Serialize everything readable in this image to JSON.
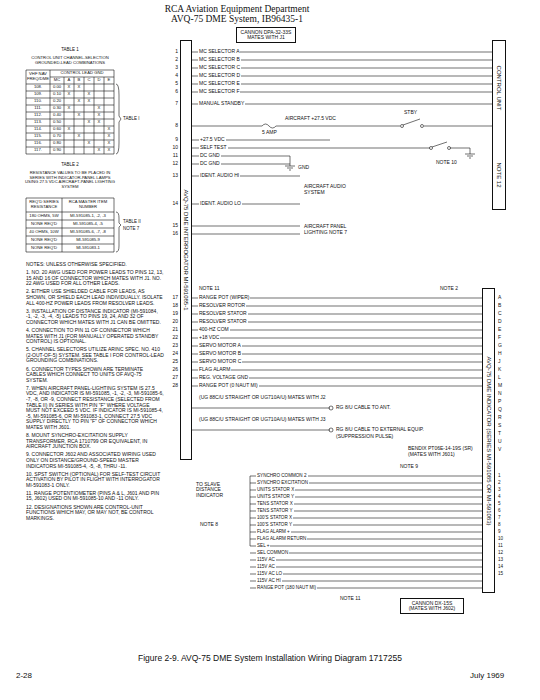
{
  "diagram": {
    "caption": "Figure 2-9. AVQ-75 DME System Installation Wiring Diagram 1717255",
    "nodes": [
      {
        "text": [
          "AVQ-75 DME INTERROGATOR MI-591085-1"
        ]
      },
      {
        "text": [
          "CANNON DPA-32-33S MATES WITH J1"
        ]
      },
      {
        "text": [
          "CONTROL UNIT",
          "NOTE 12"
        ]
      },
      {
        "text": [
          "AVQ-75 DME INDICATOR (SERIES MI-591085 OR MI-591083)"
        ]
      },
      {
        "text": [
          "CANNON DX-15S (MATES WITH J602)"
        ]
      }
    ],
    "edges": [
      {
        "from": 0,
        "to": 2,
        "arrow": "none",
        "label": "MC SELECTOR A"
      },
      {
        "from": 0,
        "to": 2,
        "arrow": "none",
        "label": "MC SELECTOR B"
      },
      {
        "from": 0,
        "to": 2,
        "arrow": "none",
        "label": "MC SELECTOR C"
      },
      {
        "from": 0,
        "to": 2,
        "arrow": "none",
        "label": "MC SELECTOR D"
      },
      {
        "from": 0,
        "to": 2,
        "arrow": "none",
        "label": "MC SELECTOR E"
      },
      {
        "from": 0,
        "to": 2,
        "arrow": "none",
        "label": "MC SELECTOR F"
      },
      {
        "from": 0,
        "to": 2,
        "arrow": "none",
        "label": "MANUAL STANDBY"
      },
      {
        "from": 0,
        "to": 3,
        "arrow": "none",
        "label": "RANGE POT (WIPER)"
      },
      {
        "from": 0,
        "to": 3,
        "arrow": "none",
        "label": "RESOLVER ROTOR"
      },
      {
        "from": 0,
        "to": 3,
        "arrow": "none",
        "label": "RESOLVER STATOR"
      },
      {
        "from": 0,
        "to": 3,
        "arrow": "none",
        "label": "RESOLVER STATOR"
      },
      {
        "from": 0,
        "to": 3,
        "arrow": "none",
        "label": "400-HZ COM"
      },
      {
        "from": 0,
        "to": 3,
        "arrow": "none",
        "label": "+18 VDC"
      },
      {
        "from": 0,
        "to": 3,
        "arrow": "none",
        "label": "SERVO MOTOR A"
      },
      {
        "from": 0,
        "to": 3,
        "arrow": "none",
        "label": "SERVO MOTOR B"
      },
      {
        "from": 0,
        "to": 3,
        "arrow": "none",
        "label": "SERVO MOTOR C"
      },
      {
        "from": 0,
        "to": 3,
        "arrow": "none",
        "label": "FLAG ALARM"
      },
      {
        "from": 0,
        "to": 3,
        "arrow": "none",
        "label": "REG. VOLTAGE GND"
      },
      {
        "from": 0,
        "to": 3,
        "arrow": "none",
        "label": "RANGE POT (0 NAUT MI)"
      }
    ],
    "labels": [
      "RCA Aviation Equipment Department",
      "AVQ-75 DME System, IB96435-1",
      "TABLE 1",
      "CONTROL UNIT CHANNEL-SELECTION GROUNDED-LEAD COMBINATIONS",
      "VHF NAV FREQ/DME",
      "CONTROL LEAD GND",
      "MC",
      "A",
      "B",
      "C",
      "D",
      "E",
      "108.",
      "X",
      "X",
      "0.00",
      "109.",
      "X",
      "X",
      "0.10",
      "110.",
      "X",
      "X",
      "0.20",
      "111.",
      "X",
      "X",
      "0.30",
      "112.",
      "X",
      "X",
      "0.40",
      "113.",
      "X",
      "X",
      "0.50",
      "114.",
      "X",
      "X",
      "0.60",
      "115.",
      "X",
      "X",
      "0.70",
      "116.",
      "X",
      "X",
      "0.80",
      "117.",
      "X",
      "X",
      "0.90",
      "TABLE I",
      "TABLE 2",
      "RESISTANCE VALUES TO BE PLACED IN SERIES WITH INDICATOR-PANEL LAMPS USING 27.5 VDC AIRCRAFT-PANEL LIGHTING SYSTEM",
      "REQ'D SERIES RESISTANCE",
      "RCA MASTER ITEM NUMBER",
      "180 OHMS, 5W",
      "MI-591085-1, -2, -3",
      "NONE REQ'D",
      "MI-591085-4, -5",
      "40 OHMS, 10W",
      "MI-591085-6, -7, -8",
      "NONE REQ'D",
      "MI-591085-9",
      "NONE REQ'D",
      "MI-591083-1",
      "TABLE II",
      "NOTE 7",
      "NOTES: UNLESS OTHERWISE SPECIFIED.",
      "1. NO. 20 AWG USED FOR POWER LEADS TO PINS 12, 13, 15 AND 16 OF CONNECTOR WHICH MATES WITH J1. NO. 22 AWG USED FOR ALL OTHER LEADS.",
      "2. EITHER USE SHIELDED CABLE FOR LEADS, AS SHOWN, OR SHIELD EACH LEAD INDIVIDUALLY. ISOLATE ALL 400-HZ POWER LEADS FROM RESOLVER LEADS.",
      "3. INSTALLATION OF DISTANCE INDICATOR (MI-591084, -1, -2, -3, -4, -5) LEADS TO PINS 19, 24, AND 32 OF CONNECTOR WHICH MATES WITH J1 CAN BE OMITTED.",
      "4. CONNECTION TO PIN 11 OF CONNECTOR WHICH MATES WITH J1 (FOR MANUALLY OPERATED STANDBY CONTROL) IS OPTIONAL.",
      "5. CHANNEL SELECTORS UTILIZE ARINC SPEC. NO. 410 (2-OUT-OF-5) SYSTEM. SEE TABLE I FOR CONTROL-LEAD GROUNDING COMBINATIONS.",
      "6. CONNECTOR TYPES SHOWN ARE TERMINATE CABLES WHICH CONNECT TO UNITS OF AVQ-75 SYSTEM.",
      "7. WHEN AIRCRAFT PANEL-LIGHTING SYSTEM IS 27.5 VDC, AND INDICATOR IS MI-591085, -1, -2, -3, MI-591085-6, -7, -8, OR -9, CONNECT RESISTANCE (SELECTED FROM TABLE II) IN SERIES WITH PIN \"F\" WHERE VOLTAGE MUST NOT EXCEED 5 VDC. IF INDICATOR IS MI-591085-4, -5, MI-591085-6, OR MI-591083-1, CONNECT 27.5 VDC SUPPLY DIRECTLY TO PIN \"F\" OF CONNECTOR WHICH MATES WITH J601.",
      "8. MOUNT SYNCHRO-EXCITATION SUPPLY TRANSFORMER, RCA 1710799 OR EQUIVALENT, IN AIRCRAFT JUNCTION BOX.",
      "9. CONNECTOR J602 AND ASSOCIATED WIRING USED ONLY ON DISTANCE/GROUND-SPEED MASTER INDICATORS MI-591085-4, -5, -8, THRU -11.",
      "10. SPST SWITCH (OPTIONAL) FOR SELF-TEST CIRCUIT ACTIVATION BY PILOT IN FLIGHT WITH INTERROGATOR MI-591083-1 ONLY.",
      "11. RANGE POTENTIOMETER (PINS A & L, J601 AND PIN 15, J602) USED ON MI-591085-10 AND -11 ONLY.",
      "12. DESIGNATIONS SHOWN ARE CONTROL-UNIT FUNCTIONS WHICH MAY, OR MAY NOT, BE CONTROL MARKINGS.",
      "1",
      "2",
      "3",
      "4",
      "5",
      "6",
      "7",
      "8",
      "9",
      "10",
      "11",
      "12",
      "13",
      "14",
      "15",
      "16",
      "17",
      "18",
      "19",
      "20",
      "21",
      "22",
      "23",
      "24",
      "25",
      "26",
      "27",
      "28",
      "AIRCRAFT +27.5 VDC",
      "5 AMP",
      "STBY",
      "+27.5 VDC",
      "SELF TEST",
      "NOTE 10",
      "DC GND",
      "DC GND",
      "GND",
      "IDENT. AUDIO HI",
      "IDENT. AUDIO LO",
      "AIRCRAFT AUDIO SYSTEM",
      "AIRCRAFT PANEL LIGHTING NOTE 7",
      "NOTE 2",
      "NOTE 11",
      "(UG 88C/U STRAIGHT OR UG710A/U) MATES WITH J2",
      "RG 8/U CABLE TO ANT.",
      "(UG 88C/U STRAIGHT OR UG710A/U) MATES WITH J3",
      "RG 8/U CABLE TO EXTERNAL EQUIP.",
      "(SUPPRESSION PULSE)",
      "BENDIX PT06E-14-19S (SR) (MATES WITH J601)",
      "A",
      "B",
      "C",
      "D",
      "E",
      "F",
      "G",
      "H",
      "J",
      "K",
      "L",
      "M",
      "N",
      "P",
      "Q",
      "R",
      "S",
      "T",
      "U",
      "V",
      "SYNCHRO COMMON 2",
      "SYNCHRO EXCITATION",
      "UNITS STATOR X",
      "UNITS STATOR Y",
      "TENS STATOR X",
      "TENS STATOR Y",
      "100'S STATOR X",
      "100'S STATOR Y",
      "FLAG ALARM +",
      "FLAG ALARM RETURN",
      "SEL +",
      "SEL COMMON",
      "115V AC",
      "115V AC",
      "115V AC LO",
      "115V AC HI",
      "RANGE POT (180 NAUT MI)",
      "1",
      "2",
      "3",
      "4",
      "5",
      "6",
      "7",
      "8",
      "9",
      "10",
      "11",
      "12",
      "13",
      "14",
      "15",
      "TO SLAVE DISTANCE INDICATOR",
      "NOTE 8",
      "NOTE 9",
      "NOTE 11",
      "2-28",
      "July 1969"
    ]
  }
}
